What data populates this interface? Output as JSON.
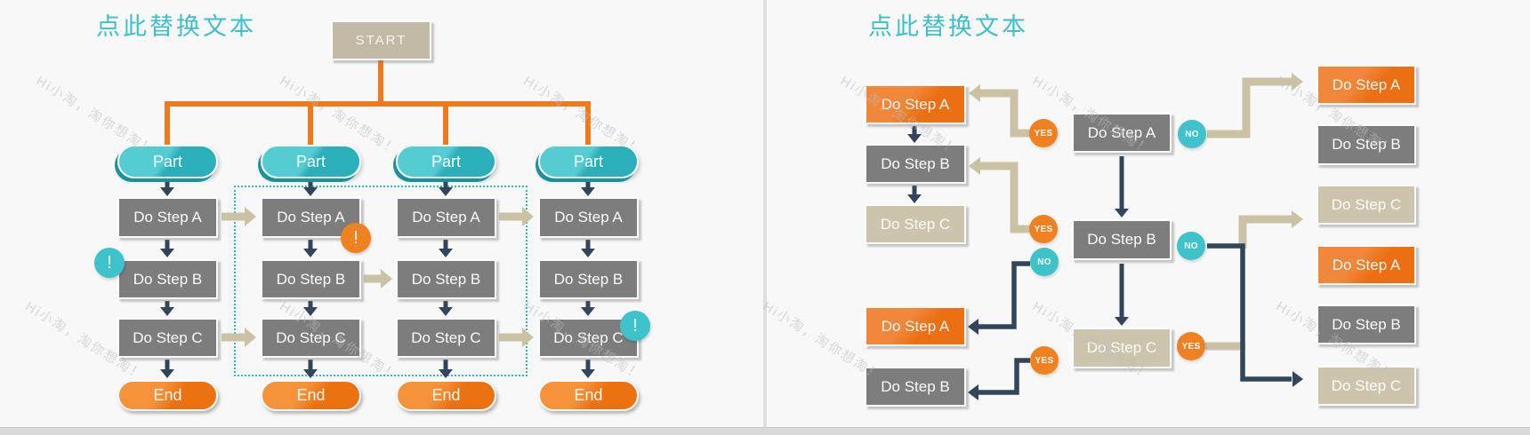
{
  "page": {
    "background": "#f8f8f8",
    "watermark_text": "Hi小淘，淘你想淘！",
    "divider_color": "#dedede",
    "footer_band_color": "#dadada"
  },
  "palette": {
    "title_teal": "#3EC0C7",
    "teal_pill": "#2BAFB8",
    "orange": "#EE771A",
    "gray_box": "#7D7D7D",
    "tan_box": "#CCC4AC",
    "start_tan": "#C2BAA7",
    "navy_arrow": "#32455B",
    "tan_arrow": "#CBC2A6",
    "yes_circle": "#F08120",
    "no_circle": "#3EC3CB",
    "dotted_outline": "#2EB8C0",
    "watermark_gray": "#BDBDBD"
  },
  "left_panel": {
    "title": "点此替换文本",
    "start_label": "START",
    "badge_symbol": "!",
    "columns": [
      {
        "part": "Part",
        "steps": [
          "Do Step A",
          "Do Step B",
          "Do Step C"
        ],
        "end": "End"
      },
      {
        "part": "Part",
        "steps": [
          "Do Step A",
          "Do Step B",
          "Do Step C"
        ],
        "end": "End"
      },
      {
        "part": "Part",
        "steps": [
          "Do Step A",
          "Do Step B",
          "Do Step C"
        ],
        "end": "End"
      },
      {
        "part": "Part",
        "steps": [
          "Do Step A",
          "Do Step B",
          "Do Step C"
        ],
        "end": "End"
      }
    ]
  },
  "right_panel": {
    "title": "点此替换文本",
    "yes_label": "YES",
    "no_label": "NO",
    "left_column": [
      {
        "label": "Do Step A",
        "variant": "orange"
      },
      {
        "label": "Do Step B",
        "variant": "gray"
      },
      {
        "label": "Do Step C",
        "variant": "tan"
      },
      {
        "label": "Do Step A",
        "variant": "orange"
      },
      {
        "label": "Do Step B",
        "variant": "gray"
      }
    ],
    "center_column": [
      {
        "label": "Do Step A",
        "variant": "gray"
      },
      {
        "label": "Do Step B",
        "variant": "gray"
      },
      {
        "label": "Do Step C",
        "variant": "tan"
      }
    ],
    "right_column": [
      {
        "label": "Do Step A",
        "variant": "orange"
      },
      {
        "label": "Do Step B",
        "variant": "gray"
      },
      {
        "label": "Do Step C",
        "variant": "tan"
      },
      {
        "label": "Do Step A",
        "variant": "orange"
      },
      {
        "label": "Do Step B",
        "variant": "gray"
      },
      {
        "label": "Do Step C",
        "variant": "tan"
      }
    ]
  }
}
